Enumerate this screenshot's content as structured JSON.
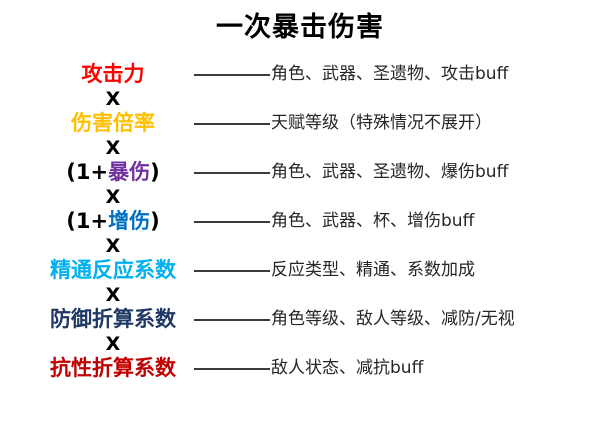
{
  "title": "一次暴击伤害",
  "multiply_symbol": "X",
  "colors": {
    "attack_red": "#FF0000",
    "multiplier_gold": "#FFC000",
    "crit_purple": "#7030A0",
    "bonus_blue": "#0070C0",
    "mastery_lightblue": "#00B0F0",
    "defense_navy": "#1F3864",
    "resistance_darkred": "#C00000",
    "line_gray": "#3b3b3b",
    "text_black": "#000000"
  },
  "rows": [
    {
      "label_parts": [
        {
          "text": "攻击力",
          "color": "#FF0000"
        }
      ],
      "desc": "角色、武器、圣遗物、攻击buff"
    },
    {
      "label_parts": [
        {
          "text": "伤害倍率",
          "color": "#FFC000"
        }
      ],
      "desc": "天赋等级（特殊情况不展开）"
    },
    {
      "label_parts": [
        {
          "text": "(1+",
          "color": "#000000"
        },
        {
          "text": "暴伤",
          "color": "#7030A0"
        },
        {
          "text": ")",
          "color": "#000000"
        }
      ],
      "desc": "角色、武器、圣遗物、爆伤buff"
    },
    {
      "label_parts": [
        {
          "text": "(1+",
          "color": "#000000"
        },
        {
          "text": "增伤",
          "color": "#0070C0"
        },
        {
          "text": ")",
          "color": "#000000"
        }
      ],
      "desc": "角色、武器、杯、增伤buff"
    },
    {
      "label_parts": [
        {
          "text": "精通反应系数",
          "color": "#00B0F0"
        }
      ],
      "desc": "反应类型、精通、系数加成"
    },
    {
      "label_parts": [
        {
          "text": "防御折算系数",
          "color": "#1F3864"
        }
      ],
      "desc": "角色等级、敌人等级、减防/无视"
    },
    {
      "label_parts": [
        {
          "text": "抗性折算系数",
          "color": "#C00000"
        }
      ],
      "desc": "敌人状态、减抗buff"
    }
  ]
}
